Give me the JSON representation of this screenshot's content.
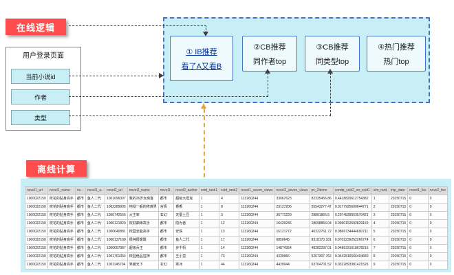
{
  "online": {
    "label": "在线逻辑",
    "login": {
      "title": "用户登录页面",
      "items": [
        "当前小说id",
        "作者",
        "类型"
      ]
    },
    "boxes": [
      {
        "line1": "① IB推荐",
        "line2": "看了A又看B"
      },
      {
        "line1": "②CB推荐",
        "line2": "同作者top"
      },
      {
        "line1": "③CB推荐",
        "line2": "同类型top"
      },
      {
        "line1": "④热门推荐",
        "line2": "热门top"
      }
    ]
  },
  "offline": {
    "label": "离线计算",
    "table": {
      "headers": [
        "novel1_url",
        "novel1_name",
        "no..",
        "novel1_a..",
        "novel2_url",
        "novel2_name",
        "novel2..",
        "novel2_author",
        "scid_rank1",
        "scid_rank2",
        "novel1_seven_views",
        "novel2_seven_views",
        "pv_2items",
        "condp_scid2_on_scid1",
        "sim_rank",
        "imp_date",
        "novel1_fee",
        "nove2_fee"
      ],
      "rows": [
        [
          "1000022150",
          "校花的贴身高手",
          "都市",
          "鱼人二代",
          "1001696307",
          "我的26岁女房客",
          "都市",
          "超级大坦克",
          "1",
          "4",
          "113260244",
          "33067623",
          "82335456.86",
          "0.4418820612754382",
          "1",
          "20150715",
          "0",
          "0"
        ],
        [
          "1000022150",
          "校花的贴身高手",
          "都市",
          "鱼人二代",
          "1002289905",
          "地狱一般的修真界",
          "言情",
          "香香",
          "1",
          "8",
          "113260244",
          "23127206",
          "55543277.47",
          "0.3177925600644771",
          "2",
          "20150715",
          "0",
          "0"
        ],
        [
          "1000022150",
          "校花的贴身高手",
          "都市",
          "鱼人二代",
          "1000742566",
          "大主宰",
          "玄幻",
          "天蚕土豆",
          "1",
          "3",
          "113260244",
          "36771229",
          "28881866.5",
          "0.2074839563570421",
          "3",
          "20150715",
          "0",
          "0"
        ],
        [
          "1000022150",
          "校花的贴身高手",
          "都市",
          "鱼人二代",
          "1000121829",
          "权财巅峰高手",
          "都市",
          "隐为者",
          "1",
          "12",
          "113260244",
          "16420246",
          "18698866.04",
          "0.0990152692829169",
          "4",
          "20150715",
          "0",
          "0"
        ],
        [
          "1000022150",
          "校花的贴身高手",
          "都市",
          "鱼人二代",
          "1000640881",
          "校园全能高手",
          "都市",
          "安佚",
          "1",
          "13",
          "113260244",
          "16121772",
          "40322761.72",
          "0.0866734444690711",
          "5",
          "20150715",
          "0",
          "0"
        ],
        [
          "1000022150",
          "校花的贴身高手",
          "都市",
          "鱼人二代",
          "1000137168",
          "很纯很暧昧",
          "都市",
          "鱼人二代",
          "1",
          "17",
          "113260244",
          "6850645",
          "8318170.181",
          "0.0702236252266774",
          "6",
          "20150715",
          "0",
          "0"
        ],
        [
          "1000022150",
          "校花的贴身高手",
          "都市",
          "鱼人二代",
          "1000097987",
          "超级兵王",
          "都市",
          "步千帆",
          "1",
          "14",
          "113260244",
          "14874354",
          "48282297.01",
          "0.0486331618678216",
          "7",
          "20150715",
          "0",
          "0"
        ],
        [
          "1000022150",
          "校花的贴身高手",
          "都市",
          "鱼人二代",
          "1001761364",
          "校园绝品狂神",
          "都市",
          "王小蛮",
          "1",
          "73",
          "113260244",
          "4339966",
          "5267307.762",
          "0.0442816566404680",
          "8",
          "20150715",
          "0",
          "0"
        ],
        [
          "1000022150",
          "校花的贴身高手",
          "都市",
          "鱼人二代",
          "1001145704",
          "笑傲天下",
          "玄幻",
          "寒冰",
          "1",
          "44",
          "113260244",
          "4439944",
          "63704701.52",
          "0.0322893381421526",
          "9",
          "20150715",
          "0",
          "0"
        ]
      ]
    }
  }
}
